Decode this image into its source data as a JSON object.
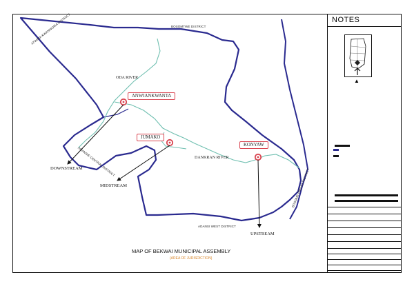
{
  "map": {
    "title": "MAP OF BEKWAI MUNICIPAL ASSEMBLY",
    "subtitle": "(AREA OF JURISDICTION)",
    "subtitle_color": "#d8862a",
    "boundary_color": "#2a2a8f",
    "river_color": "#6fbfb0",
    "marker_color": "#d9434f",
    "districts": {
      "north": "BOSOMTWE DISTRICT",
      "northwest": "ATWIMA KWANWOMA DISTRICT",
      "west": "AMANSIE CENTRAL DISTRICT",
      "south": "ADANSI WEST DISTRICT",
      "east": "BOSOME FREHO DISTRICT"
    },
    "rivers": {
      "oda": "ODA RIVER",
      "dankran": "DANKRAN RIVER"
    },
    "towns": {
      "anwiankwanta": "ANWIANKWANTA",
      "jumako": "JUMAKO",
      "konyaw": "KONYAW"
    },
    "points": {
      "downstream": "DOWNSTREAM",
      "midstream": "MIDSTREAM",
      "upstream": "UPSTREAM"
    }
  },
  "notes": {
    "title": "NOTES",
    "north_icon": "north-arrow-icon",
    "ghana_inset_icon": "ghana-map-icon"
  }
}
